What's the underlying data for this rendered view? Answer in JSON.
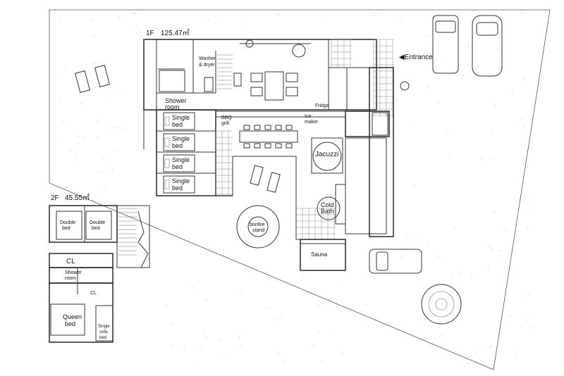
{
  "floor1": {
    "label": "1F",
    "area": "125.47㎡"
  },
  "floor2": {
    "label": "2F",
    "area": "45.55㎡"
  },
  "rooms1": {
    "shower_line1": "Shower",
    "shower_line2": "room",
    "washer_line1": "Washer",
    "washer_line2": "& dryer",
    "bbq_line1": "BBQ",
    "bbq_line2": "grill",
    "ice_line1": "Ice",
    "ice_line2": "maker",
    "fridge": "Fridge",
    "single_line1": "Single",
    "single_line2": "bed",
    "jacuzzi": "Jacuzzi",
    "cold_line1": "Cold",
    "cold_line2": "Bath",
    "bonfire_line1": "bonfire",
    "bonfire_line2": "stand",
    "sauna": "Sauna"
  },
  "rooms2": {
    "double_line1": "Double",
    "double_line2": "bed",
    "cl": "CL",
    "shower_line1": "Shower",
    "shower_line2": "room",
    "queen_line1": "Queen",
    "queen_line2": "bed",
    "sofa_line1": "Single",
    "sofa_line2": "sofa",
    "sofa_line3": "bed"
  },
  "entrance": "◀Entrance"
}
